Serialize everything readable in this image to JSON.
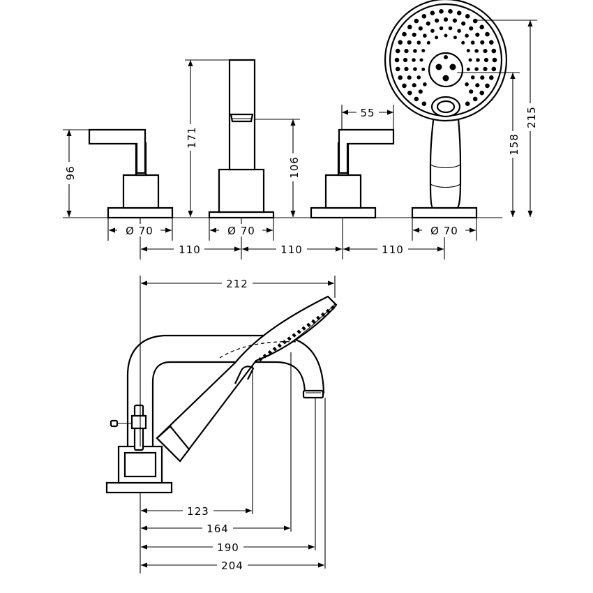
{
  "drawing": {
    "front_view": {
      "dims": {
        "left_handle_height": "96",
        "spout_height": "171",
        "spout_outlet_height": "106",
        "right_handle_length": "55",
        "shower_holder_height": "158",
        "hand_shower_height": "215",
        "base_diameter_1": "Ø 70",
        "base_diameter_2": "Ø 70",
        "base_diameter_3": "Ø 70",
        "spacing_1": "110",
        "spacing_2": "110",
        "spacing_3": "110"
      }
    },
    "side_view": {
      "dims": {
        "overall_reach": "212",
        "reach_123": "123",
        "reach_164": "164",
        "reach_190": "190",
        "reach_204": "204"
      }
    },
    "colors": {
      "line": "#000000",
      "background": "#ffffff"
    }
  }
}
